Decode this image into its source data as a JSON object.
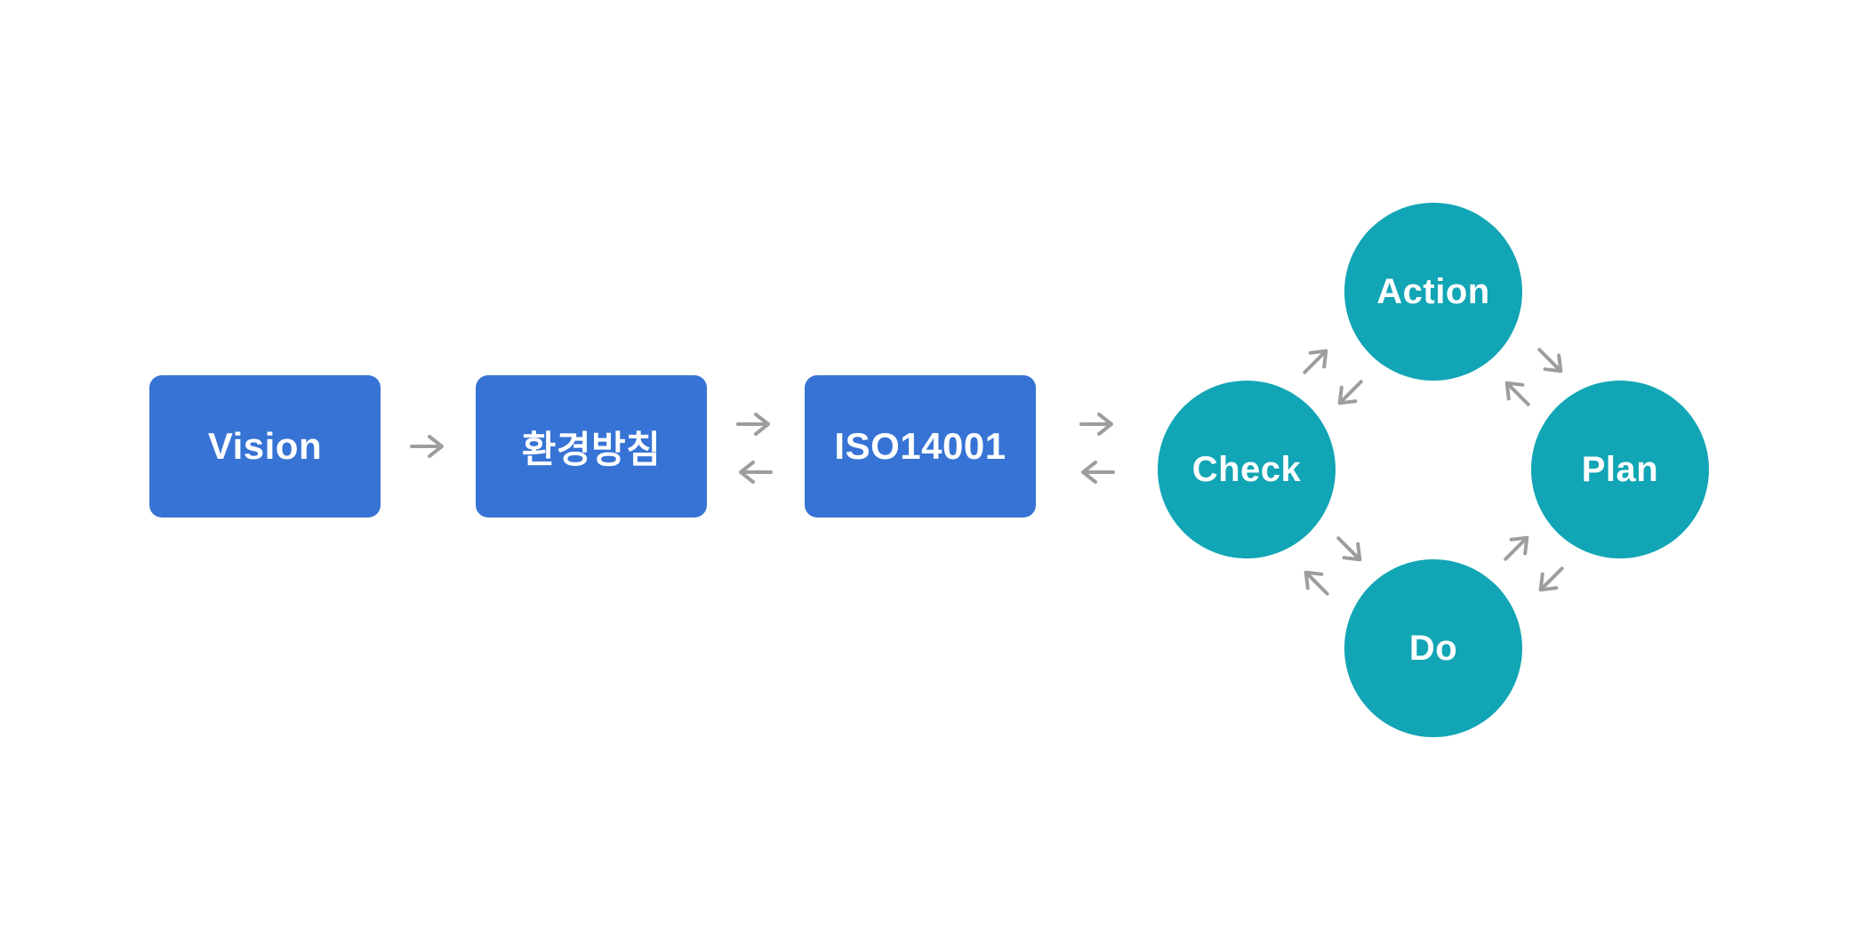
{
  "colors": {
    "background": "#ffffff",
    "box_blue": "#3673d5",
    "circle_teal": "#11a5b5",
    "arrow_gray": "#9d9d9d",
    "label_white": "#ffffff"
  },
  "flow": {
    "boxes": [
      {
        "label": "Vision"
      },
      {
        "label": "환경방침"
      },
      {
        "label": "ISO14001"
      }
    ],
    "connectors": [
      {
        "from": "Vision",
        "to": "환경방침",
        "type": "one-way-right",
        "icon": "arrow-right-icon"
      },
      {
        "from": "환경방침",
        "to": "ISO14001",
        "type": "two-way",
        "icons": [
          "arrow-right-icon",
          "arrow-left-icon"
        ]
      },
      {
        "from": "ISO14001",
        "to": "Check",
        "type": "two-way",
        "icons": [
          "arrow-right-icon",
          "arrow-left-icon"
        ]
      }
    ]
  },
  "cycle": {
    "nodes": [
      {
        "label": "Action",
        "position": "top"
      },
      {
        "label": "Plan",
        "position": "right"
      },
      {
        "label": "Do",
        "position": "bottom"
      },
      {
        "label": "Check",
        "position": "left"
      }
    ],
    "connectors": [
      {
        "from": "Check",
        "to": "Action",
        "type": "two-way",
        "icons": [
          "arrow-up-right-icon",
          "arrow-down-left-icon"
        ]
      },
      {
        "from": "Action",
        "to": "Plan",
        "type": "two-way",
        "icons": [
          "arrow-down-right-icon",
          "arrow-up-left-icon"
        ]
      },
      {
        "from": "Plan",
        "to": "Do",
        "type": "two-way",
        "icons": [
          "arrow-down-left-icon",
          "arrow-up-right-icon"
        ]
      },
      {
        "from": "Do",
        "to": "Check",
        "type": "two-way",
        "icons": [
          "arrow-up-left-icon",
          "arrow-down-right-icon"
        ]
      }
    ]
  }
}
